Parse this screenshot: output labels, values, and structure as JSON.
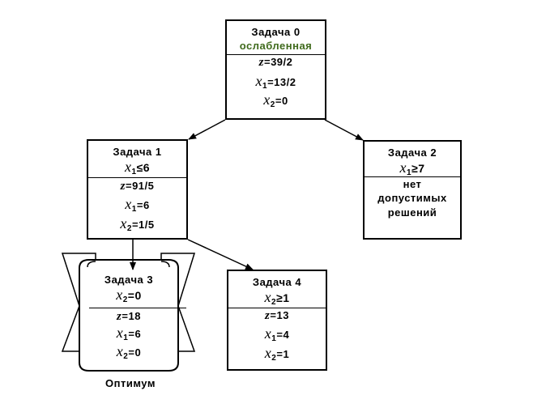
{
  "task0": {
    "title": "Задача 0",
    "subtitle": "ослабленная",
    "z": "39/2",
    "x1": "13/2",
    "x2": "0"
  },
  "task1": {
    "title": "Задача 1",
    "constraint": "≤6",
    "z": "91/5",
    "x1": "6",
    "x2": "1/5"
  },
  "task2": {
    "title": "Задача 2",
    "constraint": "≥7",
    "result_lines": [
      "нет",
      "допустимых",
      "решений"
    ]
  },
  "task3": {
    "title": "Задача 3",
    "constraint": "=0",
    "z": "18",
    "x1": "6",
    "x2": "0"
  },
  "task4": {
    "title": "Задача 4",
    "constraint": "≥1",
    "z": "13",
    "x1": "4",
    "x2": "1"
  },
  "optimum_label": "Оптимум",
  "colors": {
    "relaxed_text": "#3f6a1c",
    "lines": "#000000"
  }
}
